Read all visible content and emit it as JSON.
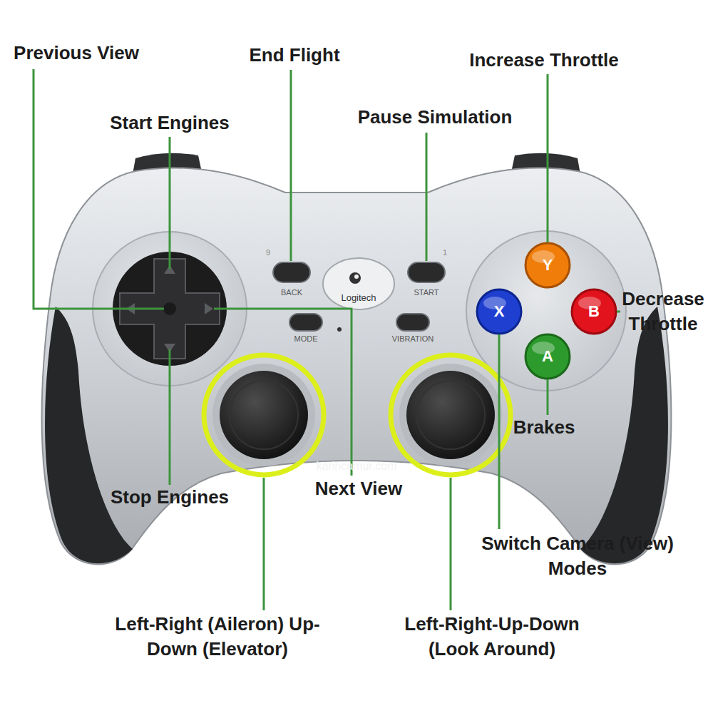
{
  "diagram": {
    "labels": [
      "Previous View",
      "End Flight",
      "Increase Throttle",
      "Start Engines",
      "Pause Simulation",
      "9",
      "1",
      "BACK",
      "Logitech",
      "START",
      "Y",
      "X",
      "B",
      "Decrease Throttle",
      "MODE",
      "VIBRATION",
      "A",
      "Brakes",
      "karincamur.com",
      "Stop Engines",
      "Next View",
      "Switch Camera (View) Modes",
      "Left-Right (Aileron) Up-Down (Elevator)",
      "Left-Right-Up-Down (Look Around)"
    ]
  }
}
